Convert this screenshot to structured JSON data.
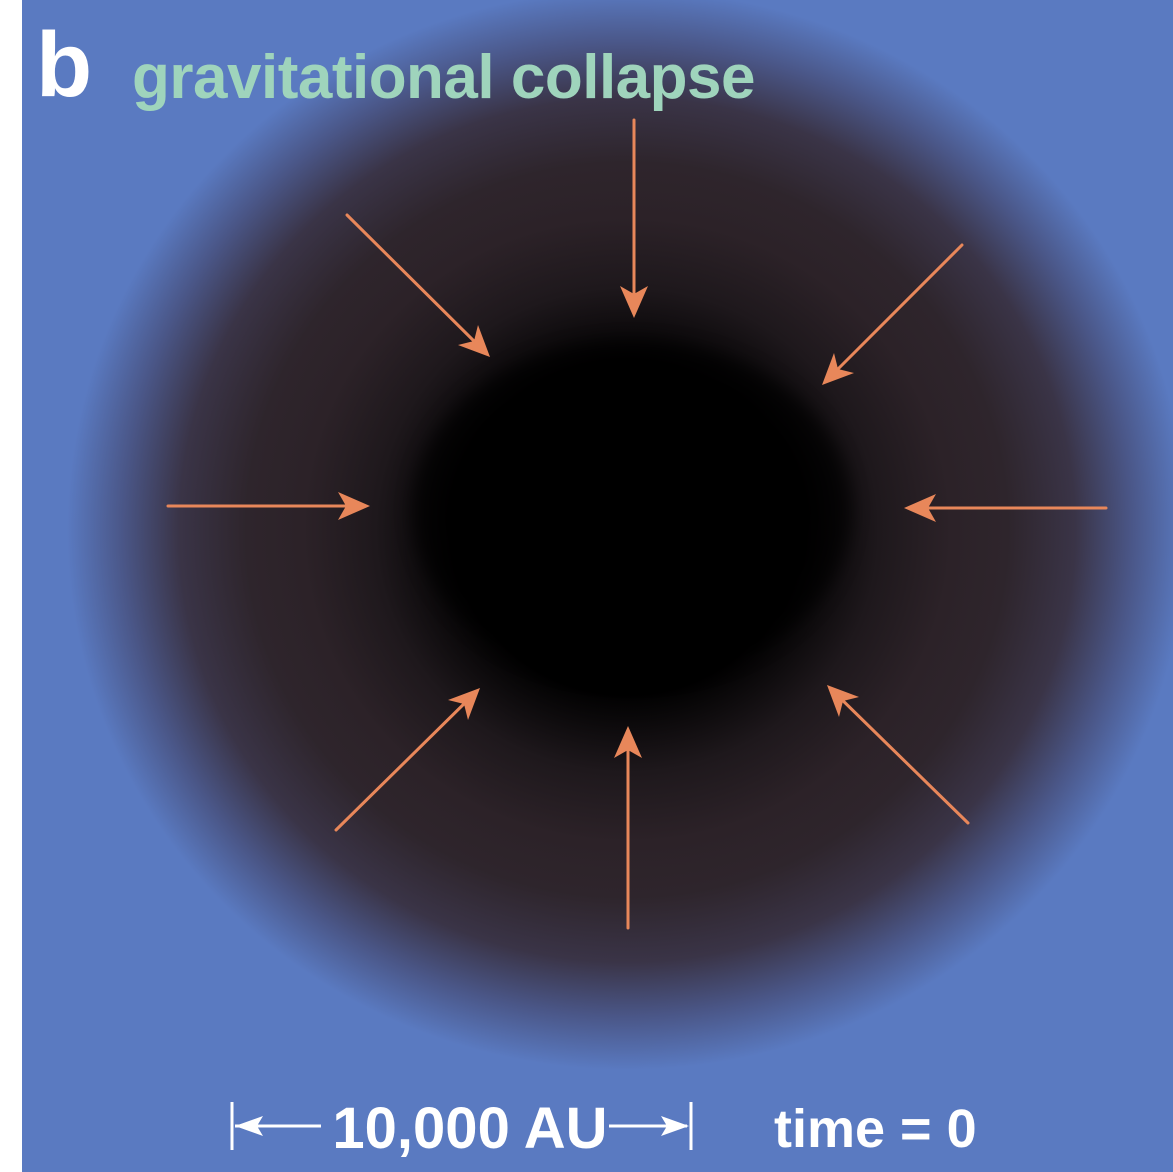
{
  "figure": {
    "panel_letter": "b",
    "title": "gravitational collapse",
    "scale_label": "10,000 AU",
    "time_label": "time = 0",
    "arrow_count": 8,
    "colors": {
      "background": "#5a7ac1",
      "cloud_core": "#000000",
      "title_text": "#9fd4bc",
      "arrows": "#e8875a",
      "labels": "#ffffff"
    },
    "icons": {
      "arrow": "inward-arrow-icon",
      "scale_bar": "double-headed-arrow-icon"
    }
  }
}
